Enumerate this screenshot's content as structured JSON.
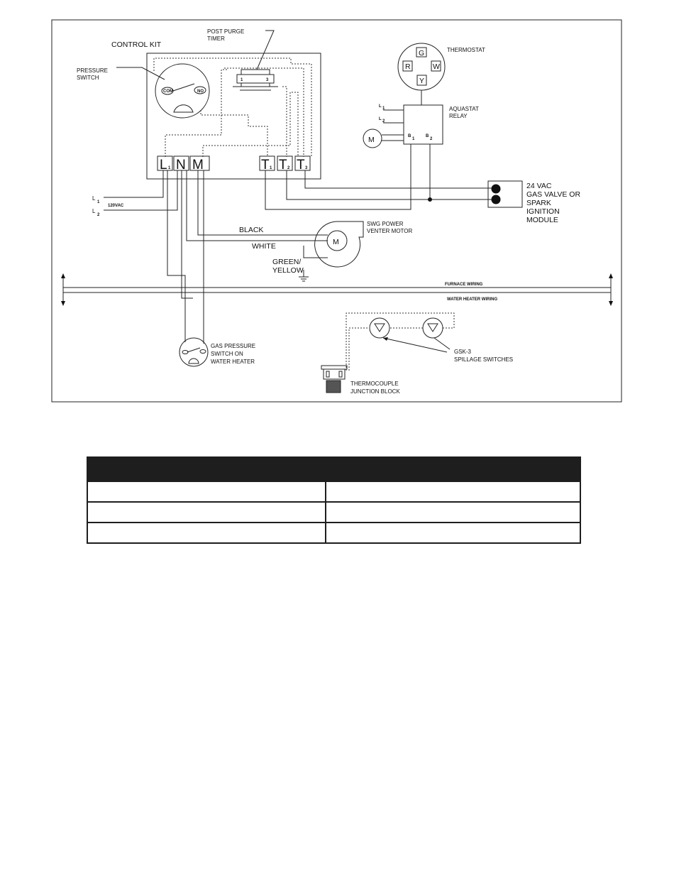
{
  "labels": {
    "control_kit": "CONTROL KIT",
    "post_purge_1": "POST PURGE",
    "post_purge_2": "TIMER",
    "pressure_switch_1": "PRESSURE",
    "pressure_switch_2": "SWITCH",
    "com": "COM",
    "no": "NO",
    "timer_pin_1": "1",
    "timer_pin_3": "3",
    "thermostat": "THERMOSTAT",
    "thermostat_terminals": [
      "G",
      "R",
      "W",
      "Y"
    ],
    "aquastat_1": "AQUASTAT",
    "aquastat_2": "RELAY",
    "relay_l1": "L",
    "relay_l1_sub": "1",
    "relay_l2": "L",
    "relay_l2_sub": "2",
    "relay_b1": "B",
    "relay_b1_sub": "1",
    "relay_b2": "B",
    "relay_b2_sub": "2",
    "motor_m": "M",
    "terminal_l": "L",
    "terminal_l_sub": "1",
    "terminal_n": "N",
    "terminal_m": "M",
    "terminal_t": "T",
    "terminal_t1_sub": "1",
    "terminal_t2_sub": "2",
    "terminal_t3_sub": "3",
    "line_l1": "L",
    "line_l1_sub": "1",
    "line_l2": "L",
    "line_l2_sub": "2",
    "vac_120": "120VAC",
    "gas_valve_1": "24 VAC",
    "gas_valve_2": "GAS VALVE OR",
    "gas_valve_3": "SPARK",
    "gas_valve_4": "IGNITION",
    "gas_valve_5": "MODULE",
    "black": "BLACK",
    "white": "WHITE",
    "green_yellow_1": "GREEN/",
    "green_yellow_2": "YELLOW",
    "venter_1": "SWG POWER",
    "venter_2": "VENTER MOTOR",
    "furnace_wiring": "FURNACE WIRING",
    "water_heater_wiring": "WATER HEATER WIRING",
    "gas_pressure_1": "GAS PRESSURE",
    "gas_pressure_2": "SWITCH ON",
    "gas_pressure_3": "WATER HEATER",
    "gsk_1": "GSK-3",
    "gsk_2": "SPILLAGE SWITCHES",
    "thermocouple_1": "THERMOCOUPLE",
    "thermocouple_2": "JUNCTION BLOCK"
  },
  "table": {
    "header": [
      "",
      ""
    ],
    "rows": [
      [
        "",
        ""
      ],
      [
        "",
        ""
      ],
      [
        "",
        ""
      ]
    ]
  }
}
